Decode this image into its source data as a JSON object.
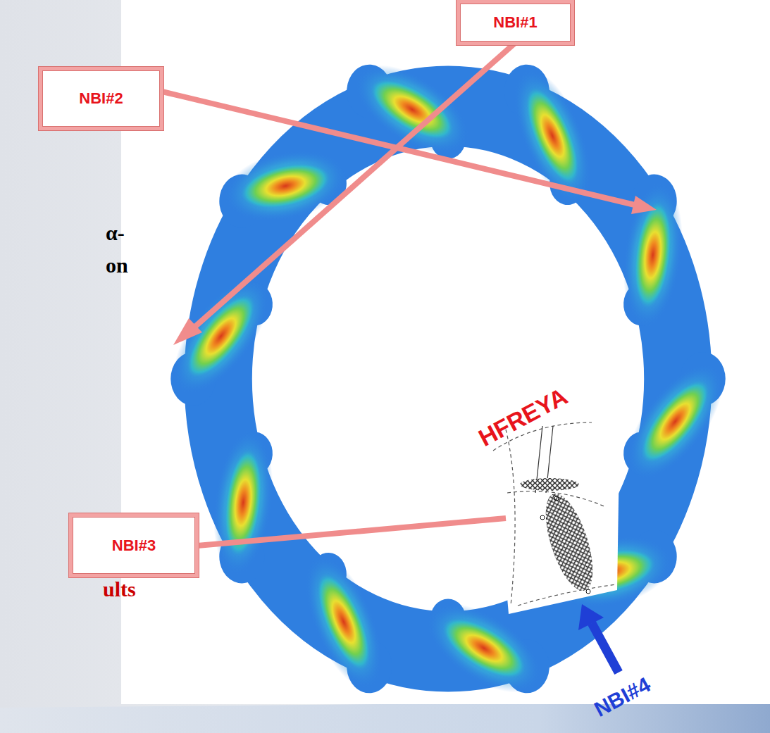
{
  "diagram": {
    "nodes": [
      {
        "text": [
          "NBI#1"
        ]
      },
      {
        "text": [
          "NBI#2"
        ]
      },
      {
        "text": [
          "NBI#3"
        ]
      }
    ],
    "labels": [
      "α-",
      "on",
      "HFREYA",
      "ults",
      "NBI#4"
    ]
  }
}
